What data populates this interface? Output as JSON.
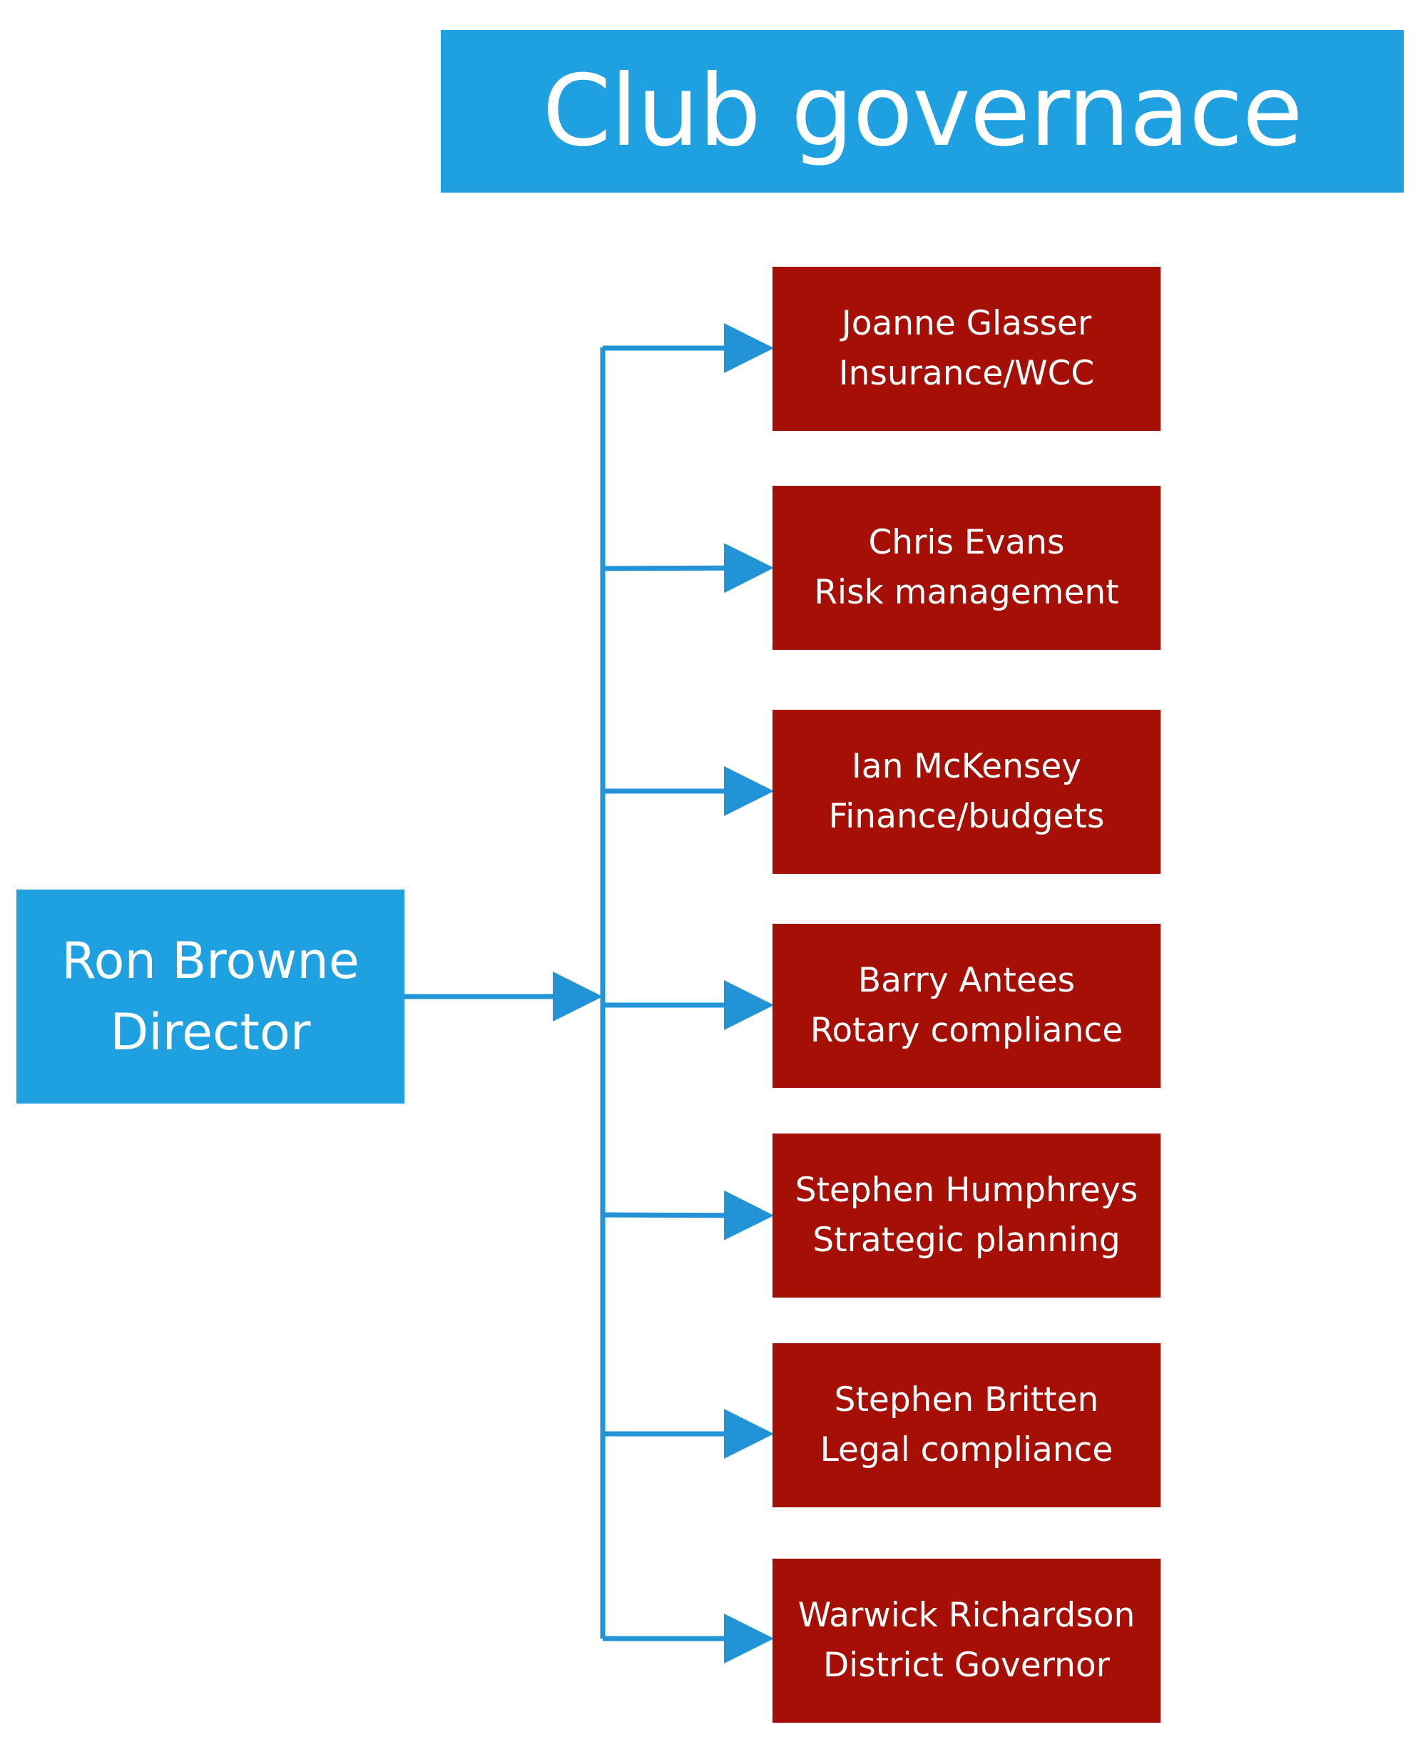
{
  "title": "Club governace",
  "director": {
    "name": "Ron Browne",
    "role": "Director"
  },
  "members": [
    {
      "name": "Joanne Glasser",
      "role": "Insurance/WCC"
    },
    {
      "name": "Chris Evans",
      "role": "Risk management"
    },
    {
      "name": "Ian McKensey",
      "role": "Finance/budgets"
    },
    {
      "name": "Barry Antees",
      "role": "Rotary compliance"
    },
    {
      "name": "Stephen Humphreys",
      "role": "Strategic planning"
    },
    {
      "name": "Stephen Britten",
      "role": "Legal compliance"
    },
    {
      "name": "Warwick Richardson",
      "role": "District Governor"
    }
  ],
  "colors": {
    "banner": "#1ea0e1",
    "director_box": "#1ea0e1",
    "member_box": "#a60f05",
    "connector": "#2293d6",
    "text": "#ffffff"
  }
}
